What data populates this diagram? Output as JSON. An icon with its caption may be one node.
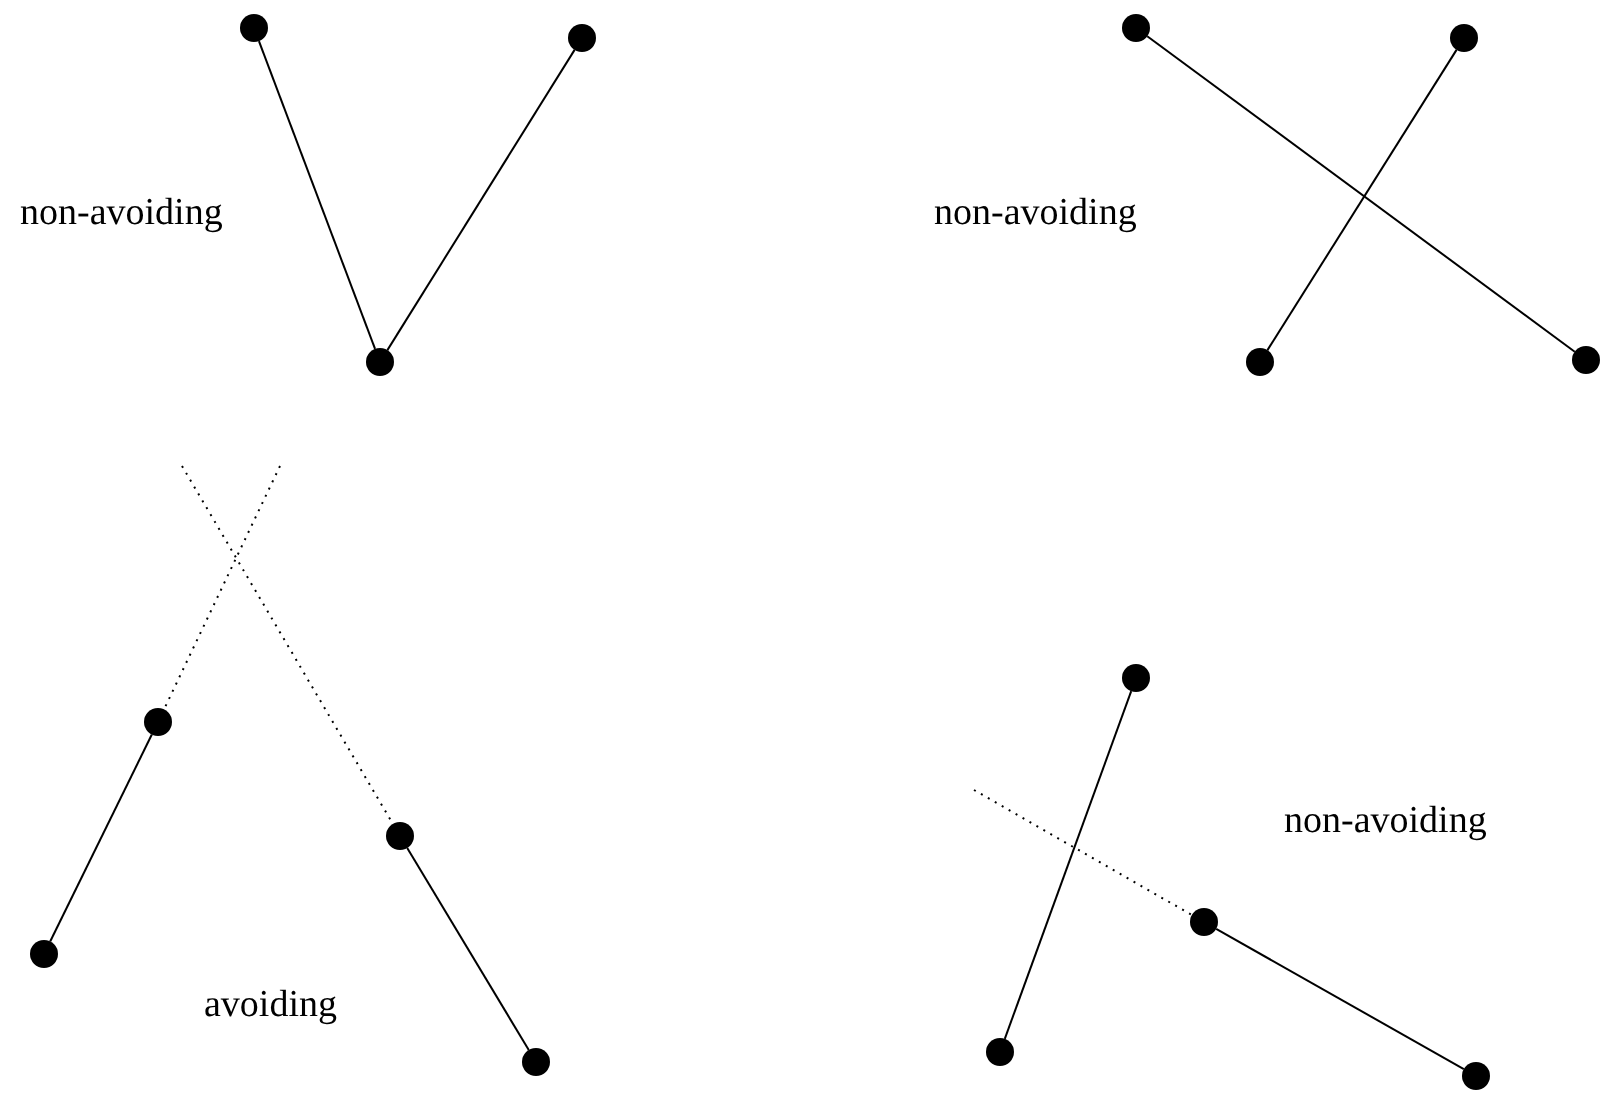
{
  "diagram": {
    "nodes": [
      {
        "text": [],
        "shape": "circle"
      },
      {
        "text": [],
        "shape": "circle"
      },
      {
        "text": [],
        "shape": "circle"
      },
      {
        "text": [],
        "shape": "circle"
      },
      {
        "text": [],
        "shape": "circle"
      },
      {
        "text": [],
        "shape": "circle"
      },
      {
        "text": [],
        "shape": "circle"
      },
      {
        "text": [],
        "shape": "circle"
      },
      {
        "text": [],
        "shape": "circle"
      },
      {
        "text": [],
        "shape": "circle"
      },
      {
        "text": [],
        "shape": "circle"
      },
      {
        "text": [],
        "shape": "circle"
      },
      {
        "text": [],
        "shape": "circle"
      },
      {
        "text": [],
        "shape": "circle"
      },
      {
        "text": [],
        "shape": "circle"
      }
    ],
    "edges": [
      {
        "from": 0,
        "to": 2,
        "arrow": "none"
      },
      {
        "from": 1,
        "to": 2,
        "arrow": "none"
      },
      {
        "from": 3,
        "to": 6,
        "arrow": "none"
      },
      {
        "from": 4,
        "to": 5,
        "arrow": "none"
      },
      {
        "from": 7,
        "to": 8,
        "arrow": "none"
      },
      {
        "from": 9,
        "to": 10,
        "arrow": "none"
      },
      {
        "from": null,
        "to": 7,
        "arrow": "none",
        "style": "dashed"
      },
      {
        "from": null,
        "to": 9,
        "arrow": "none",
        "style": "dashed"
      },
      {
        "from": 11,
        "to": 12,
        "arrow": "none"
      },
      {
        "from": 13,
        "to": 14,
        "arrow": "none"
      },
      {
        "from": null,
        "to": 13,
        "arrow": "none",
        "style": "dashed"
      }
    ],
    "labels": [
      "non-avoiding",
      "non-avoiding",
      "avoiding",
      "non-avoiding"
    ]
  }
}
